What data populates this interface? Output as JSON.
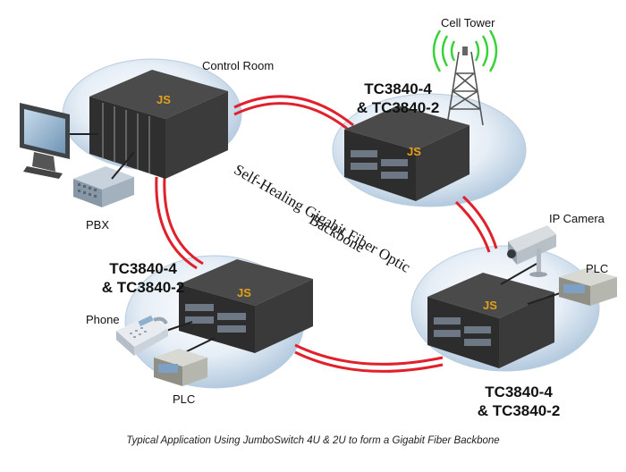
{
  "labels": {
    "control_room": "Control Room",
    "cell_tower": "Cell Tower",
    "ip_camera": "IP Camera",
    "pbx": "PBX",
    "phone": "Phone",
    "plc_left": "PLC",
    "plc_right": "PLC",
    "switch_top_line1": "TC3840-4",
    "switch_top_line2": "& TC3840-2",
    "switch_left_line1": "TC3840-4",
    "switch_left_line2": "& TC3840-2",
    "switch_right_line1": "TC3840-4",
    "switch_right_line2": "& TC3840-2",
    "backbone_line1": "Self-Healing Gigabit Fiber Optic",
    "backbone_line2": "Backbone",
    "brand_mark": "JS"
  },
  "caption": "Typical Application Using JumboSwitch 4U & 2U to form a Gigabit Fiber Backbone",
  "colors": {
    "fiber": "#e0202a",
    "ellipse_light": "#f4f8fc",
    "ellipse_dark": "#b7cde0",
    "switch_body": "#3a3a3a",
    "brand": "#e3a11a",
    "tower_wave": "#3ad23a"
  }
}
